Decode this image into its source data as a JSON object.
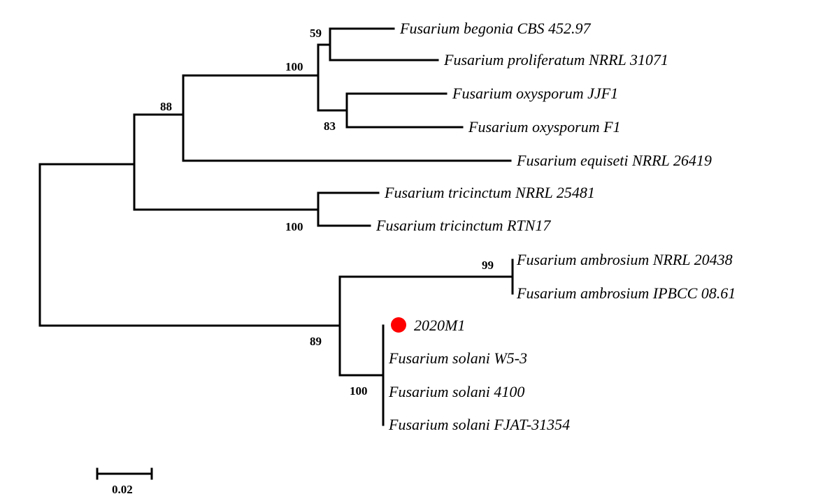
{
  "taxa": [
    "Fusarium begonia CBS 452.97",
    "Fusarium proliferatum NRRL 31071",
    "Fusarium oxysporum JJF1",
    "Fusarium oxysporum F1",
    "Fusarium equiseti NRRL 26419",
    "Fusarium tricinctum NRRL 25481",
    "Fusarium tricinctum RTN17",
    "Fusarium ambrosium NRRL 20438",
    "Fusarium ambrosium IPBCC 08.61",
    "2020M1",
    "Fusarium solani W5-3",
    "Fusarium solani 4100",
    "Fusarium solani FJAT-31354"
  ],
  "support_values": [
    "59",
    "100",
    "83",
    "88",
    "100",
    "99",
    "89",
    "100"
  ],
  "scale_bar": {
    "label": "0.02"
  },
  "highlight": {
    "taxon": "2020M1",
    "color": "#ff0000"
  }
}
